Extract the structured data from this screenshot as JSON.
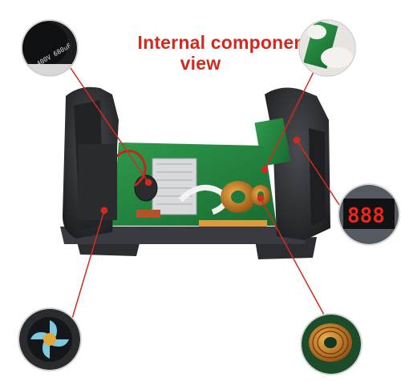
{
  "title": {
    "line1": "Internal component",
    "line2": "view"
  },
  "callouts": {
    "capacitor": {
      "label": "400V 680uF"
    },
    "display": {
      "digits": "888"
    }
  },
  "colors": {
    "title": "#d42a1e",
    "leader": "#d42a1e",
    "display_digits": "#e8271a",
    "board": "#1f7a3a",
    "case": "#2a2b2f",
    "copper": "#c9781f"
  }
}
